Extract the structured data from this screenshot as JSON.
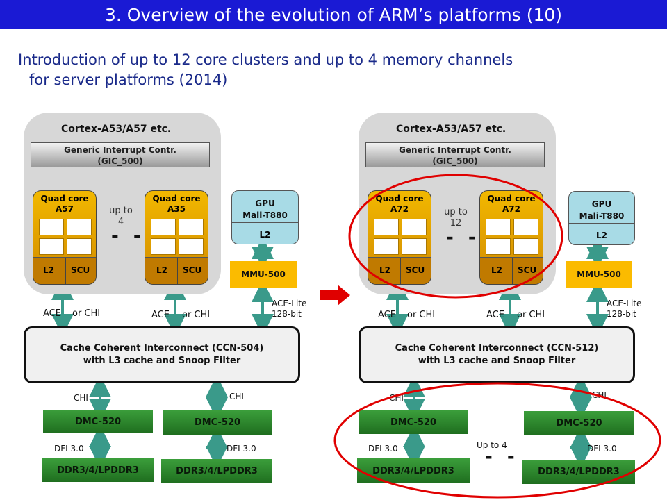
{
  "title": "3. Overview of the evolution of ARM’s platforms (10)",
  "intro": {
    "line1": "Introduction of up to 12 core clusters and up to 4 memory channels",
    "line2": "for server platforms (2014)"
  },
  "left": {
    "cpu_title": "Cortex-A53/A57  etc.",
    "gic_line1": "Generic Interrupt Contr.",
    "gic_line2": "(GIC_500)",
    "core1": {
      "line1": "Quad core",
      "line2": "A57",
      "l2": "L2",
      "scu": "SCU"
    },
    "core2": {
      "line1": "Quad core",
      "line2": "A35",
      "l2": "L2",
      "scu": "SCU"
    },
    "upto_line1": "up to",
    "upto_line2": "4",
    "dashes": "- -",
    "gpu_line1": "GPU",
    "gpu_line2": "Mali-T880",
    "gpu_l2": "L2",
    "mmu": "MMU-500",
    "ace_lite_1": "ACE-Lite",
    "ace_lite_2": "128-bit",
    "link1_ace": "ACE",
    "link1_chi": "or CHI",
    "link2_ace": "ACE",
    "link2_chi": "or CHI",
    "ccn_line1": "Cache Coherent Interconnect (CCN-504)",
    "ccn_line2": "with L3 cache and Snoop Filter",
    "chi1": "CHI",
    "chi2": "CHI",
    "dmc1": "DMC-520",
    "dmc2": "DMC-520",
    "dfi1": "DFI 3.0",
    "dfi2": "DFI 3.0",
    "ddr1": "DDR3/4/LPDDR3",
    "ddr2": "DDR3/4/LPDDR3"
  },
  "right": {
    "cpu_title": "Cortex-A53/A57  etc.",
    "gic_line1": "Generic Interrupt Contr.",
    "gic_line2": "(GIC_500)",
    "core1": {
      "line1": "Quad core",
      "line2": "A72",
      "l2": "L2",
      "scu": "SCU"
    },
    "core2": {
      "line1": "Quad core",
      "line2": "A72",
      "l2": "L2",
      "scu": "SCU"
    },
    "upto_line1": "up to",
    "upto_line2": "12",
    "dashes": "- -",
    "gpu_line1": "GPU",
    "gpu_line2": "Mali-T880",
    "gpu_l2": "L2",
    "mmu": "MMU-500",
    "ace_lite_1": "ACE-Lite",
    "ace_lite_2": "128-bit",
    "link1_ace": "ACE",
    "link1_chi": "or CHI",
    "link2_ace": "ACE",
    "link2_chi": "or CHI",
    "ccn_line1": "Cache Coherent Interconnect (CCN-512)",
    "ccn_line2": "with L3 cache and Snoop Filter",
    "chi1": "CHI",
    "chi2": "CHI",
    "dmc1": "DMC-520",
    "dmc2": "DMC-520",
    "dfi1": "DFI 3.0",
    "dfi2": "DFI 3.0",
    "ddr1": "DDR3/4/LPDDR3",
    "ddr2": "DDR3/4/LPDDR3",
    "mem_upto": "Up to 4",
    "mem_dashes": "- -"
  },
  "colors": {
    "title_bg": "#1a1ad4",
    "intro_text": "#1a2a8a",
    "core": "#f2b800",
    "gpu": "#a8dbe6",
    "mmu": "#fbbb00",
    "dmc": "#2f8a2f",
    "arrow": "#3a9a8a",
    "highlight": "#e00000"
  }
}
